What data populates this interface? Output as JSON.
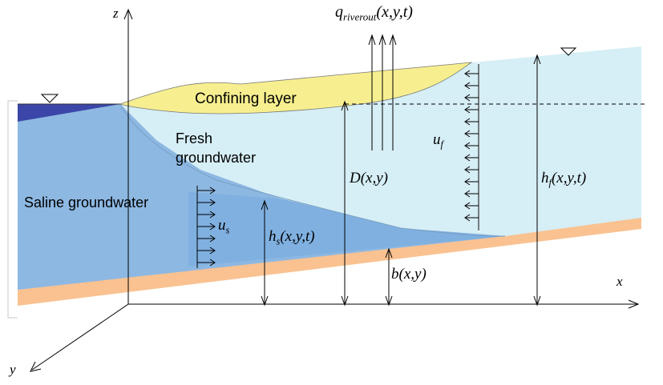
{
  "labels": {
    "confining_layer": "Confining layer",
    "fresh_line1": "Fresh",
    "fresh_line2": "groundwater",
    "saline": "Saline groundwater",
    "u_s": {
      "base": "u",
      "sub": "s"
    },
    "u_f": {
      "base": "u",
      "sub": "f"
    },
    "h_s": {
      "base": "h",
      "sub": "s",
      "args": "(x,y,t)"
    },
    "h_f": {
      "base": "h",
      "sub": "f",
      "args": "(x,y,t)"
    },
    "D": "D(x,y)",
    "b": "b(x,y)",
    "q": {
      "base": "q",
      "sub": "riverout",
      "args": "(x,y,t)"
    }
  },
  "axes": {
    "x": "x",
    "y": "y",
    "z": "z"
  },
  "colors": {
    "ocean": "#3b46a8",
    "saline": "#8db8e2",
    "saline_wedge": "#7fb0e0",
    "fresh": "#d6eef6",
    "confining": "#f7ef8f",
    "base": "#fac291",
    "line": "#000000"
  }
}
